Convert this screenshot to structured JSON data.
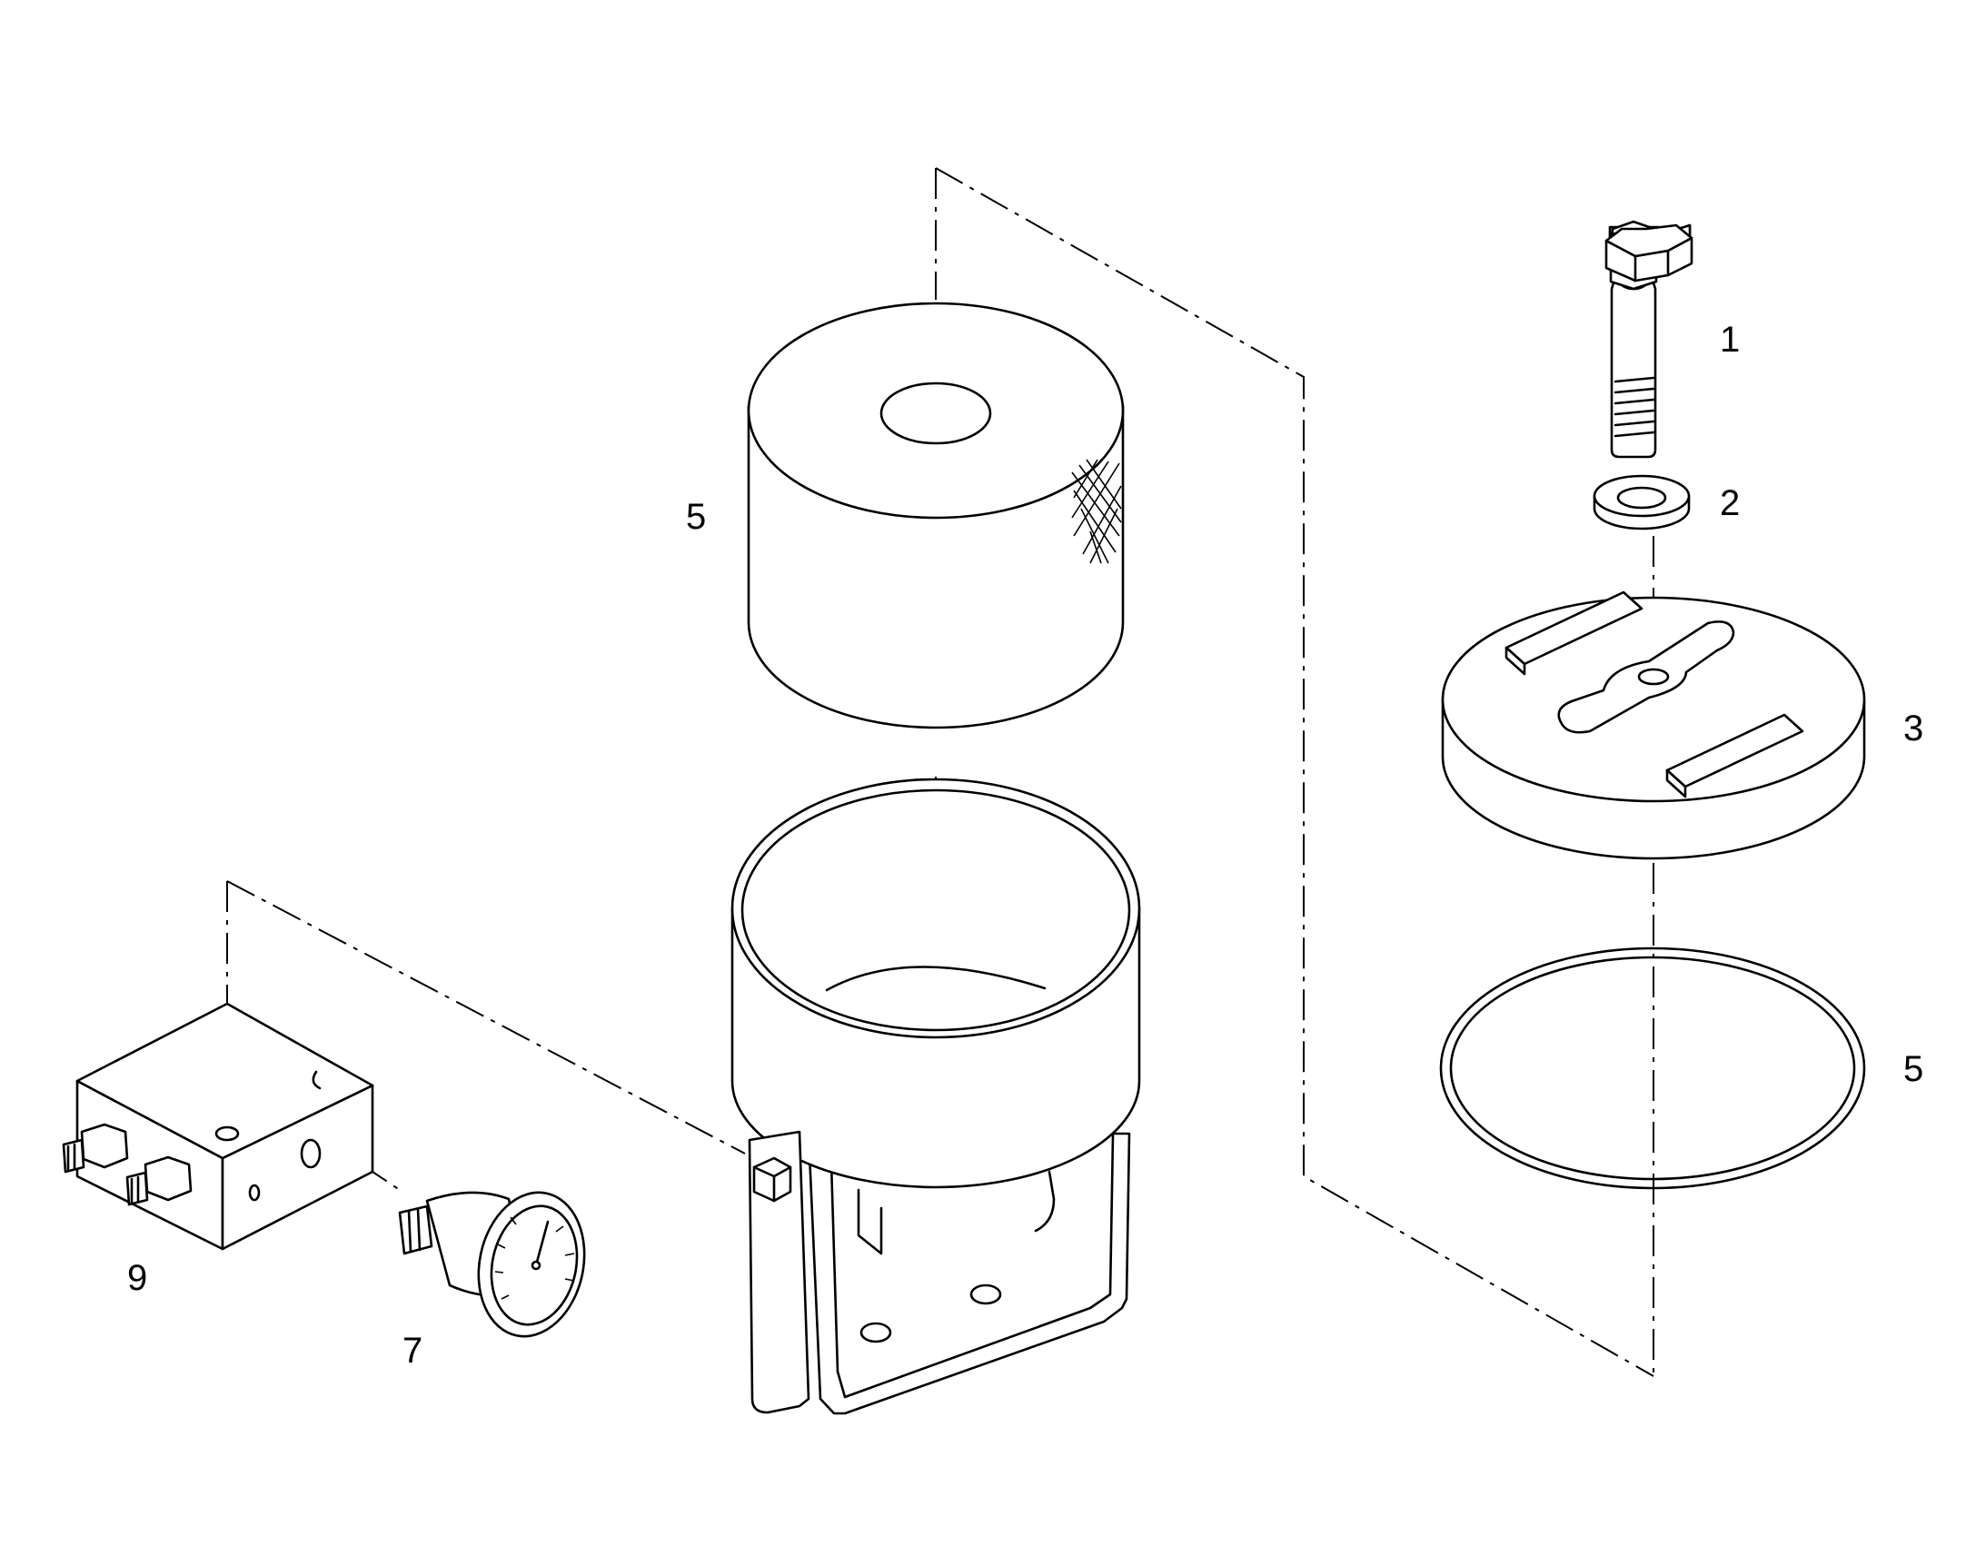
{
  "callouts": {
    "bolt": "1",
    "washer": "2",
    "cover": "3",
    "filter_element": "5",
    "seal_ring": "5",
    "gauge": "7",
    "valve_block": "9"
  },
  "colors": {
    "line": "#000000",
    "background": "#ffffff"
  }
}
